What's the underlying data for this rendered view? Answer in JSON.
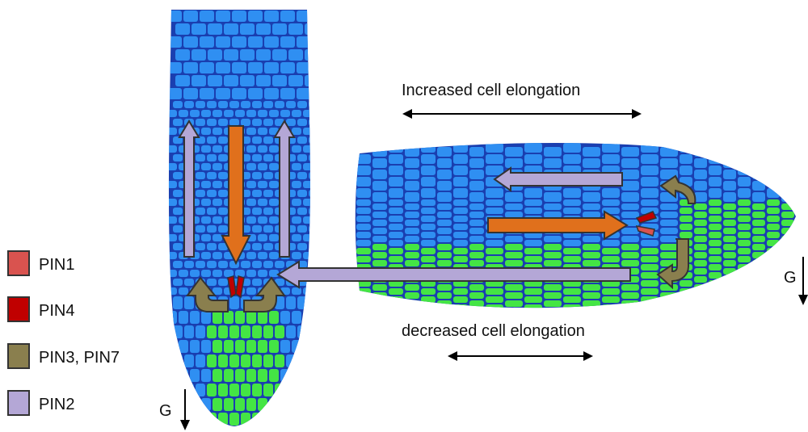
{
  "legend": [
    {
      "label": "PIN1",
      "color": "#d9534f"
    },
    {
      "label": "PIN4",
      "color": "#c00000"
    },
    {
      "label": "PIN3, PIN7",
      "color": "#8a7f4e"
    },
    {
      "label": "PIN2",
      "color": "#b4a7d6"
    }
  ],
  "labels": {
    "gravity": "G",
    "increased": "Increased cell elongation",
    "decreased": "decreased cell elongation"
  },
  "colors": {
    "cell_blue": "#2f8ff2",
    "cell_green": "#44e544",
    "cell_outline": "#1a3fb0",
    "auxin_arrow": "#e0701c",
    "pin2_arrow": "#b4a7d6",
    "pin37_arrow": "#8a7f4e"
  }
}
